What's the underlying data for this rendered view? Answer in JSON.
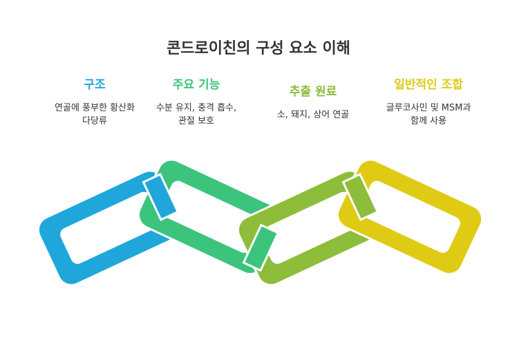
{
  "title": "콘드로이친의 구성 요소 이해",
  "colors": {
    "blue": "#1fa7db",
    "green": "#3cc47c",
    "olive": "#8dbd3a",
    "yellow": "#dfcb14",
    "text": "#333333"
  },
  "items": [
    {
      "heading": "구조",
      "desc_lines": [
        "연골에 풍부한 황산화",
        "다당류"
      ]
    },
    {
      "heading": "주요 기능",
      "desc_lines": [
        "수분 유지, 충격 흡수,",
        "관절 보호"
      ]
    },
    {
      "heading": "추출 원료",
      "desc_lines": [
        "소, 돼지, 상어 연골"
      ]
    },
    {
      "heading": "일반적인 조합",
      "desc_lines": [
        "글루코사민 및 MSM과",
        "함께 사용"
      ]
    }
  ]
}
